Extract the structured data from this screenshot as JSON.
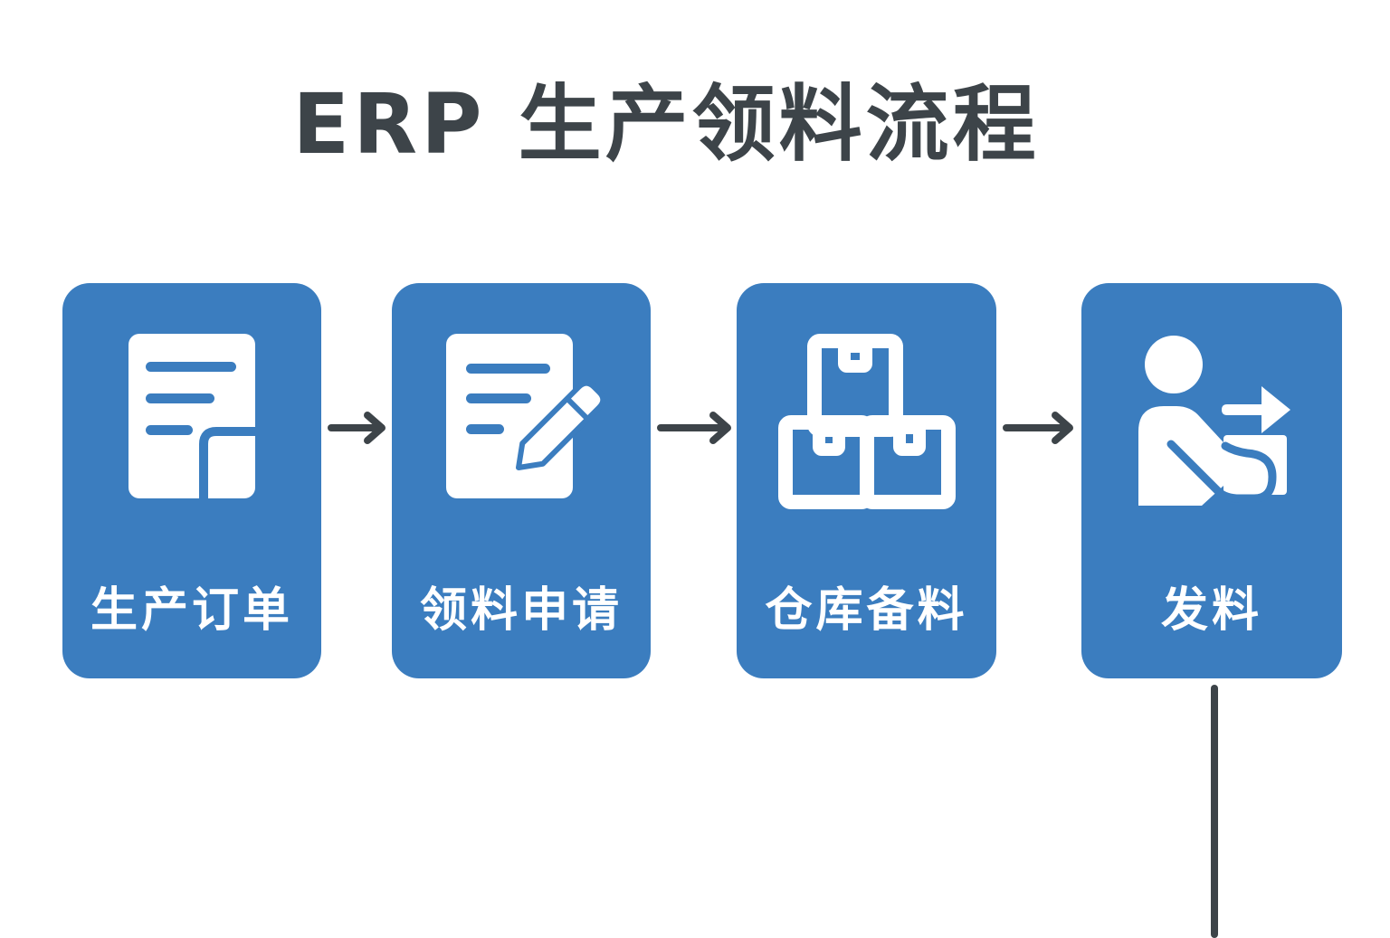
{
  "title": "ERP 生产领料流程",
  "colors": {
    "card_fill": "#3b7dbf",
    "card_text": "#ffffff",
    "title_text": "#3d4449",
    "connector": "#3d4449"
  },
  "steps": [
    {
      "label": "生产订单",
      "icon": "document-icon"
    },
    {
      "label": "领料申请",
      "icon": "document-edit-icon"
    },
    {
      "label": "仓库备料",
      "icon": "stacked-boxes-icon"
    },
    {
      "label": "发料",
      "icon": "person-handing-box-icon"
    }
  ],
  "connectors": [
    {
      "from": "生产订单",
      "to": "领料申请",
      "type": "arrow"
    },
    {
      "from": "领料申请",
      "to": "仓库备料",
      "type": "arrow"
    },
    {
      "from": "仓库备料",
      "to": "发料",
      "type": "arrow"
    },
    {
      "from": "发料",
      "to": "",
      "type": "line-down"
    }
  ]
}
